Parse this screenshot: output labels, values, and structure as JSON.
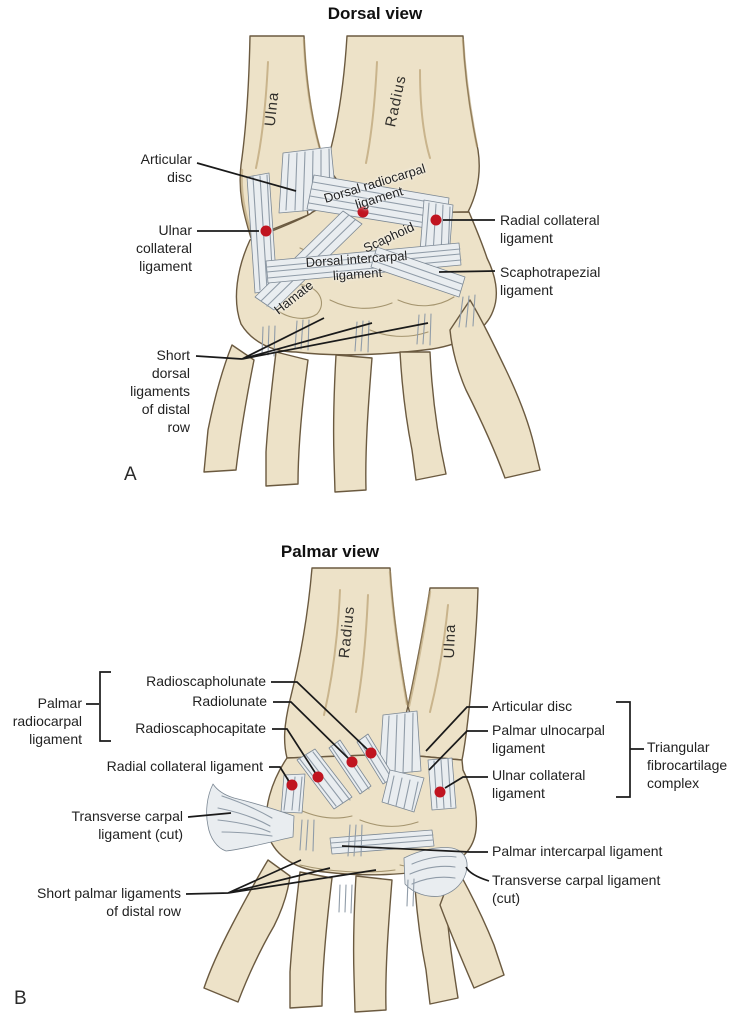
{
  "colors": {
    "marker_red": "#c01420",
    "bone_fill": "#ede2c8",
    "bone_outline": "#6b5a40",
    "bone_ridge": "#c9b48c",
    "ligament_fill": "#e9edf0",
    "ligament_stroke": "#7c8894",
    "striation": "#909ca8",
    "leader_line": "#1a1a1a",
    "label_text": "#222222"
  },
  "panel_a": {
    "title": "Dorsal view",
    "panel_letter": "A",
    "bone_labels": {
      "ulna": "Ulna",
      "radius": "Radius"
    },
    "figure_labels": {
      "dorsal_radiocarpal": "Dorsal radiocarpal\nligament",
      "scaphoid": "Scaphoid",
      "dorsal_intercarpal": "Dorsal intercarpal\nligament",
      "hamate": "Hamate"
    },
    "callouts": {
      "articular_disc": "Articular\ndisc",
      "ulnar_collateral": "Ulnar\ncollateral\nligament",
      "short_dorsal": "Short\ndorsal\nligaments\nof distal\nrow",
      "radial_collateral": "Radial collateral\nligament",
      "scaphotrapezial": "Scaphotrapezial\nligament"
    }
  },
  "panel_b": {
    "title": "Palmar view",
    "panel_letter": "B",
    "bone_labels": {
      "radius": "Radius",
      "ulna": "Ulna"
    },
    "callouts": {
      "palmar_radiocarpal": "Palmar\nradiocarpal\nligament",
      "radioscapholunate": "Radioscapholunate",
      "radiolunate": "Radiolunate",
      "radioscaphocapitate": "Radioscaphocapitate",
      "radial_collateral": "Radial collateral ligament",
      "transverse_carpal_left": "Transverse carpal\nligament (cut)",
      "short_palmar": "Short palmar ligaments\nof distal row",
      "articular_disc": "Articular disc",
      "palmar_ulnocarpal": "Palmar ulnocarpal\nligament",
      "ulnar_collateral": "Ulnar collateral\nligament",
      "triangular_fibrocartilage": "Triangular\nfibrocartilage\ncomplex",
      "palmar_intercarpal": "Palmar intercarpal ligament",
      "transverse_carpal_right": "Transverse carpal ligament\n(cut)"
    }
  }
}
